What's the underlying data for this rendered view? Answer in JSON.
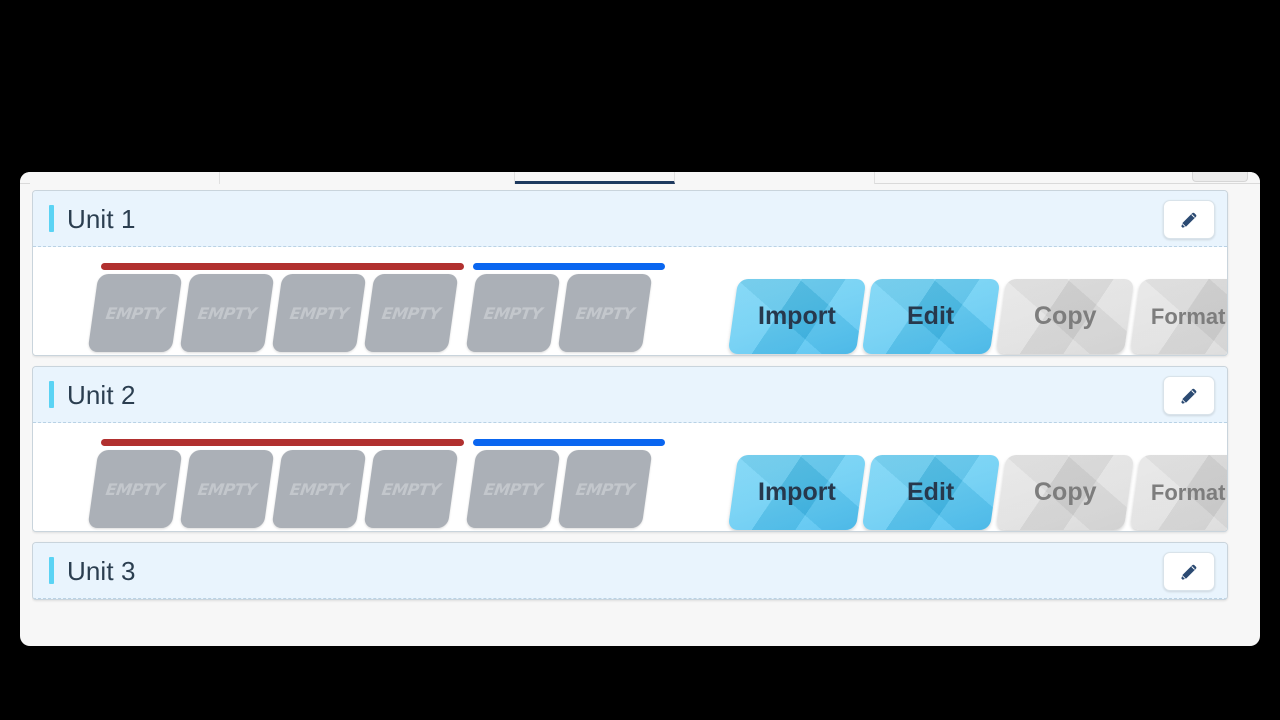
{
  "window": {
    "tabs": [
      {
        "name": "tab-1",
        "active": false
      },
      {
        "name": "tab-2",
        "active": false
      },
      {
        "name": "tab-3",
        "active": true
      },
      {
        "name": "tab-4",
        "active": false
      }
    ],
    "corner_button": ""
  },
  "colors": {
    "accent_cyan": "#5ad3f4",
    "header_bg": "#e9f4fd",
    "title_text": "#2b3e50",
    "squad_red": "#b1302f",
    "squad_blue": "#0a66f0",
    "slot_fill": "#abb0b7",
    "slot_text": "#c3c7cc",
    "btn_primary": "#51c6f2",
    "btn_muted": "#dcdcdc",
    "btn_muted_text": "#7d7d7d",
    "panel_bg": "#f7f7f7",
    "card_border": "#c9d4dc",
    "tab_active_underline": "#1e3a5f"
  },
  "icons": {
    "edit": "pencil-icon"
  },
  "slot_empty_label": "EMPTY",
  "actions": [
    {
      "key": "import",
      "label": "Import",
      "style": "primary",
      "width_class": "w-import"
    },
    {
      "key": "edit",
      "label": "Edit",
      "style": "primary",
      "width_class": "w-edit"
    },
    {
      "key": "copy",
      "label": "Copy",
      "style": "muted",
      "width_class": "w-copy"
    },
    {
      "key": "formation",
      "label": "Formation",
      "style": "muted",
      "width_class": "w-formation"
    }
  ],
  "units": [
    {
      "id": "unit-1",
      "title": "Unit 1",
      "edit_label": "",
      "squads": [
        {
          "color_key": "squad_red",
          "slot_count": 4,
          "slots": [
            "EMPTY",
            "EMPTY",
            "EMPTY",
            "EMPTY"
          ]
        },
        {
          "color_key": "squad_blue",
          "slot_count": 2,
          "slots": [
            "EMPTY",
            "EMPTY"
          ]
        }
      ],
      "actions": [
        "Import",
        "Edit",
        "Copy",
        "Formation"
      ],
      "truncated": false
    },
    {
      "id": "unit-2",
      "title": "Unit 2",
      "edit_label": "",
      "squads": [
        {
          "color_key": "squad_red",
          "slot_count": 4,
          "slots": [
            "EMPTY",
            "EMPTY",
            "EMPTY",
            "EMPTY"
          ]
        },
        {
          "color_key": "squad_blue",
          "slot_count": 2,
          "slots": [
            "EMPTY",
            "EMPTY"
          ]
        }
      ],
      "actions": [
        "Import",
        "Edit",
        "Copy",
        "Formation"
      ],
      "truncated": false
    },
    {
      "id": "unit-3",
      "title": "Unit 3",
      "edit_label": "",
      "squads": [],
      "actions": [],
      "truncated": true
    }
  ]
}
